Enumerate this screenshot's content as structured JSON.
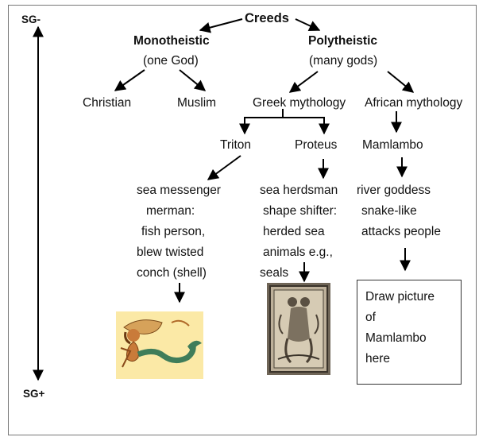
{
  "scale": {
    "top": "SG-",
    "bottom": "SG+"
  },
  "root": {
    "label": "Creeds"
  },
  "mono": {
    "label": "Monotheistic",
    "sub": "(one  God)"
  },
  "poly": {
    "label": "Polytheistic",
    "sub": "(many gods)"
  },
  "leaves": {
    "christian": "Christian",
    "muslim": "Muslim",
    "greek": "Greek mythology",
    "african": "African mythology"
  },
  "deities": {
    "triton": "Triton",
    "proteus": "Proteus",
    "mamlambo": "Mamlambo"
  },
  "triton_desc": [
    "sea messenger",
    "merman:",
    "fish person,",
    "blew twisted",
    "conch (shell)"
  ],
  "proteus_desc": [
    "sea herdsman",
    "shape shifter:",
    "herded sea",
    "animals e.g.,",
    "seals"
  ],
  "mamlambo_desc": [
    "river goddess",
    "snake-like",
    "attacks people"
  ],
  "draw_box": [
    "Draw picture",
    "of",
    "Mamlambo",
    "here"
  ],
  "icons": {
    "triton": "merman-illustration",
    "proteus": "engraving-illustration"
  }
}
